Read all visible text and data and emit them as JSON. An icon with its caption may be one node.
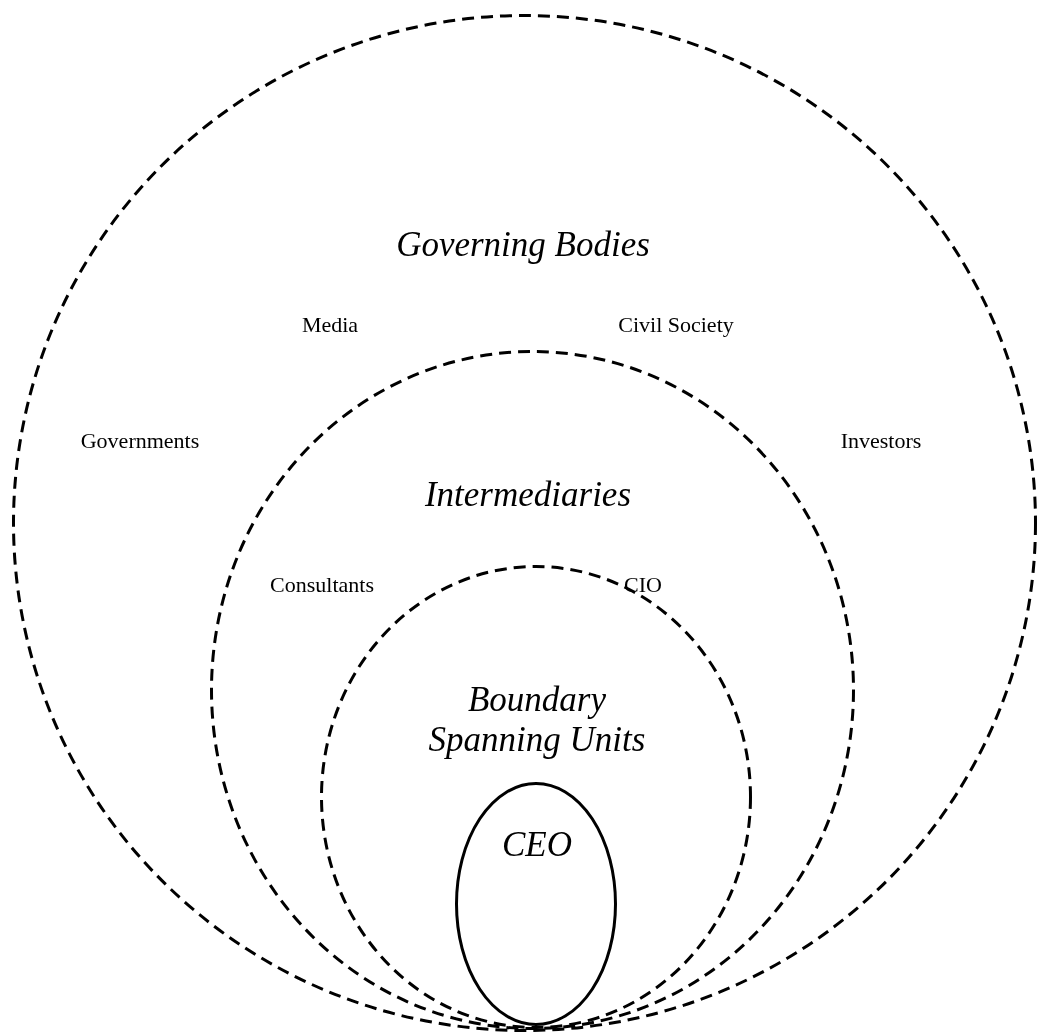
{
  "diagram": {
    "nodes": [
      {
        "text": [
          "Governing Bodies"
        ]
      },
      {
        "text": [
          "Intermediaries"
        ],
        "in": 0
      },
      {
        "text": [
          "Boundary Spanning Units"
        ],
        "in": 1
      },
      {
        "text": [
          "CEO"
        ],
        "in": 2
      }
    ],
    "labels": [
      "Media",
      "Civil Society",
      "Governments",
      "Investors",
      "Consultants",
      "CIO"
    ]
  }
}
